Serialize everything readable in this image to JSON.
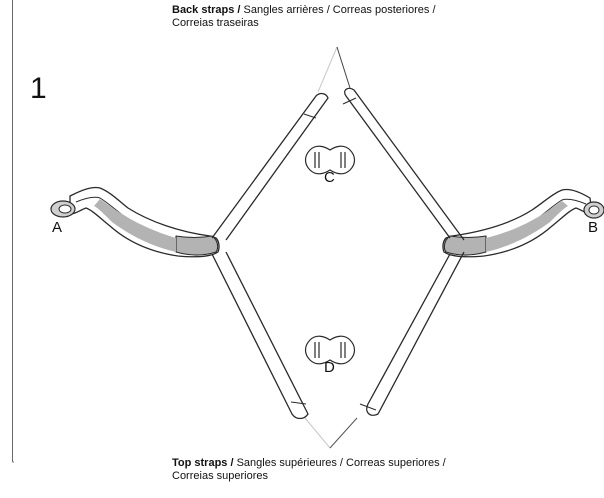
{
  "step_number": "1",
  "back_straps": {
    "title": "Back straps /",
    "translations": "Sangles arrières / Correas posteriores /",
    "translations_line2": "Correias traseiras"
  },
  "top_straps": {
    "title": "Top straps /",
    "translations": "Sangles supérieures / Correas superiores /",
    "translations_line2": "Correias superiores"
  },
  "labels": {
    "a": "A",
    "b": "B",
    "c": "C",
    "d": "D"
  },
  "colors": {
    "line": "#2a2a2a",
    "gray_fill": "#b3b3b3",
    "connector_line": "#bdbdbd"
  }
}
